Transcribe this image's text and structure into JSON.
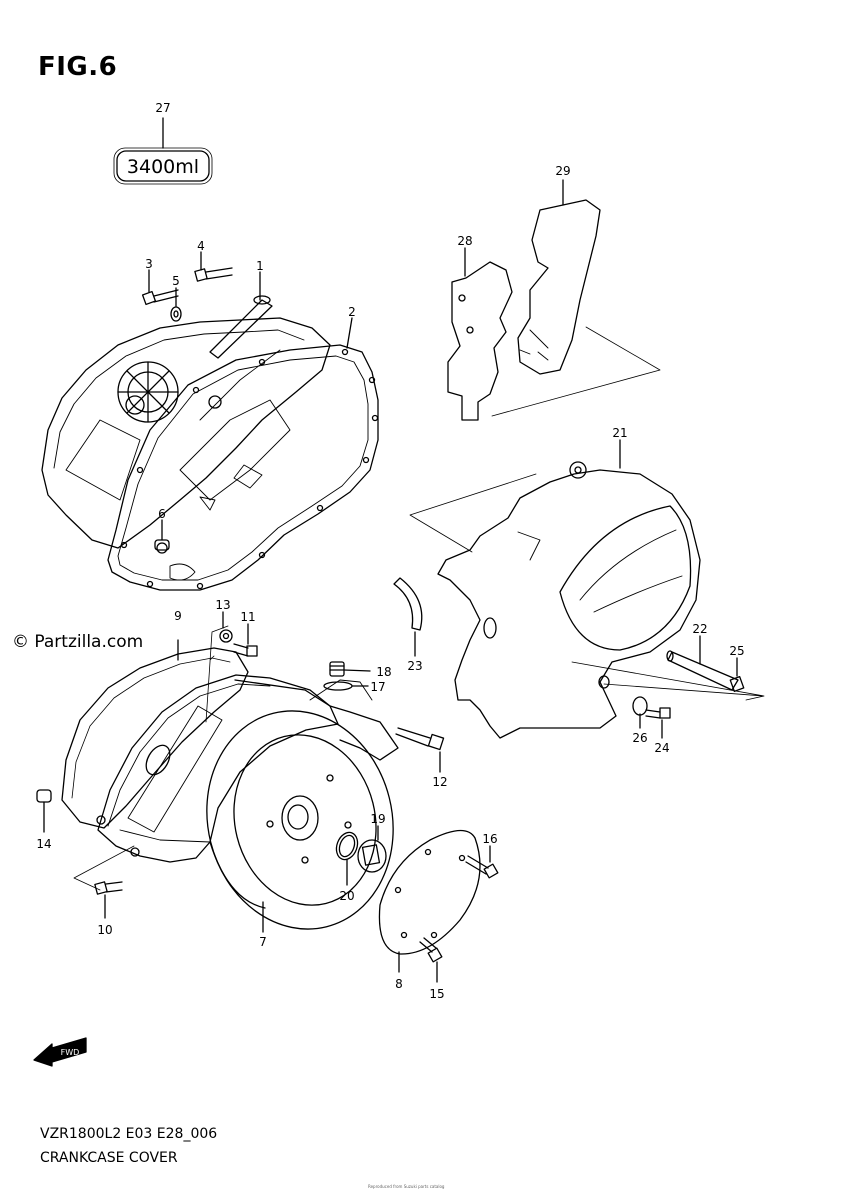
{
  "figure": {
    "title": "FIG.6",
    "watermark": "© Partzilla.com",
    "model_code": "VZR1800L2 E03 E28_006",
    "description": "CRANKCASE COVER",
    "fluid_label": "3400ml",
    "fwd_label": "FWD",
    "footer_note": "Reproduced from Suzuki parts catalog"
  },
  "callouts": [
    "1",
    "2",
    "3",
    "4",
    "5",
    "6",
    "7",
    "8",
    "9",
    "10",
    "11",
    "12",
    "13",
    "14",
    "15",
    "16",
    "17",
    "18",
    "19",
    "20",
    "21",
    "22",
    "23",
    "24",
    "25",
    "26",
    "27",
    "28",
    "29"
  ]
}
